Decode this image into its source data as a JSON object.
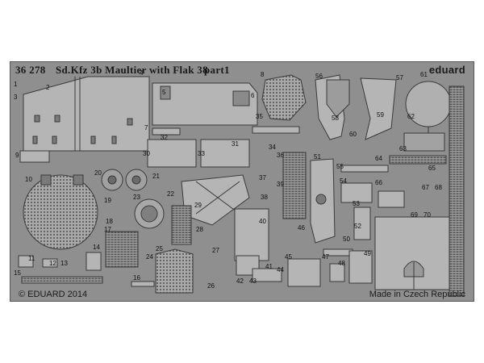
{
  "fret": {
    "set_number": "36 278",
    "title": "Sd.Kfz 3b Maultier with Flak 38",
    "part": "part1",
    "brand": "eduard",
    "copyright": "© EDUARD 2014",
    "origin": "Made in Czech Republic",
    "part_numbers": [
      "1",
      "2",
      "3",
      "4",
      "5",
      "6",
      "7",
      "8",
      "9",
      "10",
      "11",
      "12",
      "13",
      "14",
      "15",
      "16",
      "17",
      "18",
      "19",
      "20",
      "21",
      "22",
      "23",
      "24",
      "25",
      "26",
      "27",
      "28",
      "29",
      "30",
      "31",
      "32",
      "33",
      "34",
      "35",
      "36",
      "37",
      "38",
      "39",
      "40",
      "41",
      "42",
      "43",
      "44",
      "45",
      "46",
      "47",
      "48",
      "49",
      "50",
      "51",
      "52",
      "53",
      "54",
      "55",
      "56",
      "57",
      "58",
      "59",
      "60",
      "61",
      "62",
      "63",
      "64",
      "65",
      "66",
      "67",
      "68",
      "69",
      "70"
    ]
  }
}
